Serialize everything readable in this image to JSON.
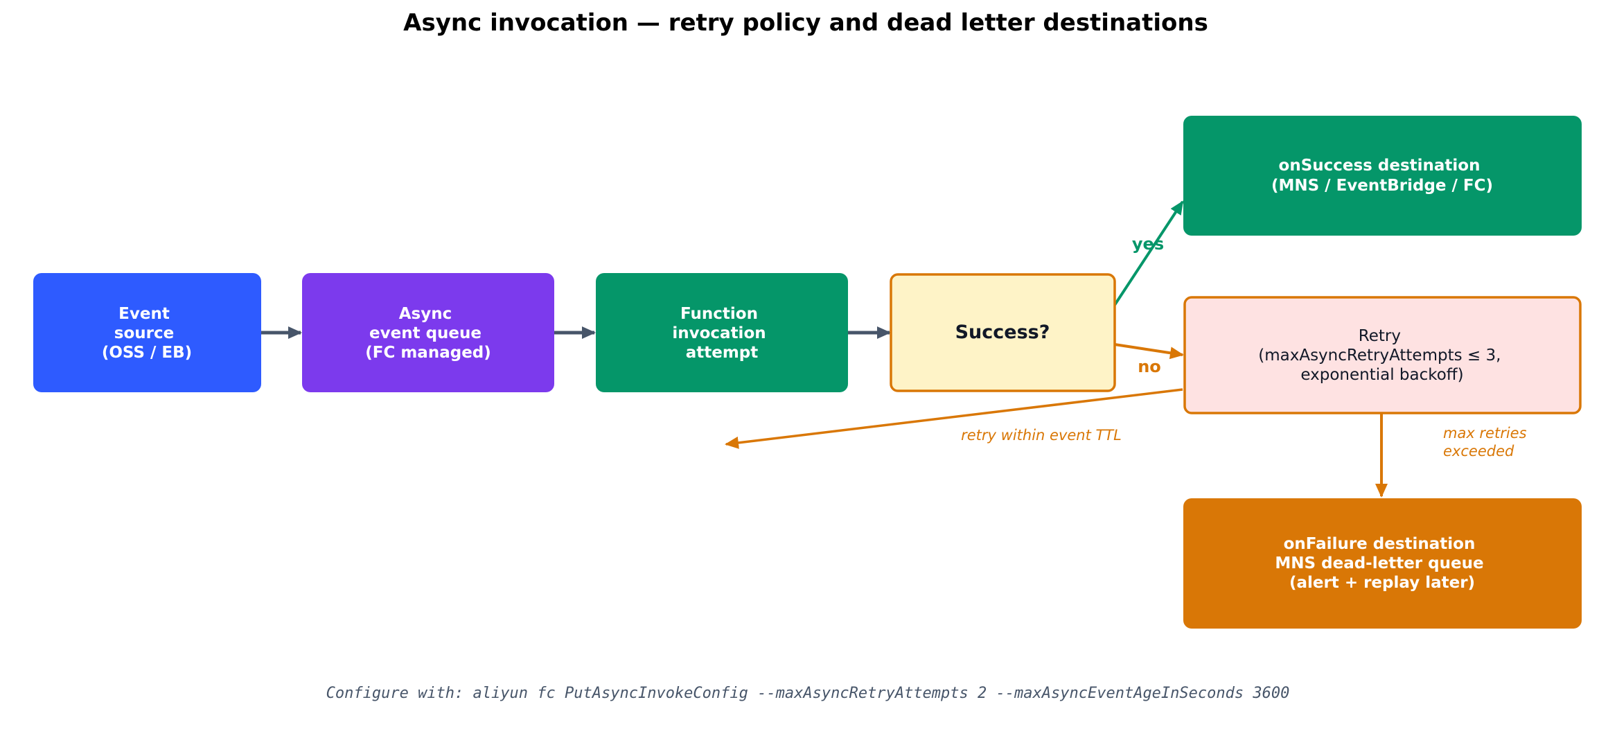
{
  "title": "Async invocation — retry policy and dead letter destinations",
  "colors": {
    "event_source": "#2e5bff",
    "queue": "#7c3aed",
    "function": "#059669",
    "decision_fill": "#fef3c7",
    "orange": "#d97706",
    "retry_fill": "#fee2e2",
    "arrow_gray": "#475569",
    "text_dark": "#111827",
    "footer_text": "#475569"
  },
  "nodes": {
    "event_source": {
      "lines": [
        "Event",
        "source",
        "(OSS / EB)"
      ]
    },
    "queue": {
      "lines": [
        "Async",
        "event queue",
        "(FC managed)"
      ]
    },
    "function": {
      "lines": [
        "Function",
        "invocation",
        "attempt"
      ]
    },
    "decision": {
      "lines": [
        "Success?"
      ]
    },
    "on_success": {
      "lines": [
        "onSuccess destination",
        "(MNS / EventBridge / FC)"
      ]
    },
    "retry": {
      "lines": [
        "Retry",
        "(maxAsyncRetryAttempts ≤ 3,",
        "exponential backoff)"
      ]
    },
    "on_failure": {
      "lines": [
        "onFailure destination",
        "MNS dead-letter queue",
        "(alert + replay later)"
      ]
    }
  },
  "edge_labels": {
    "yes": "yes",
    "no": "no",
    "retry_loop": "retry within event TTL",
    "max_retries": [
      "max retries",
      "exceeded"
    ]
  },
  "footer": "Configure with: aliyun fc PutAsyncInvokeConfig --maxAsyncRetryAttempts 2 --maxAsyncEventAgeInSeconds 3600"
}
